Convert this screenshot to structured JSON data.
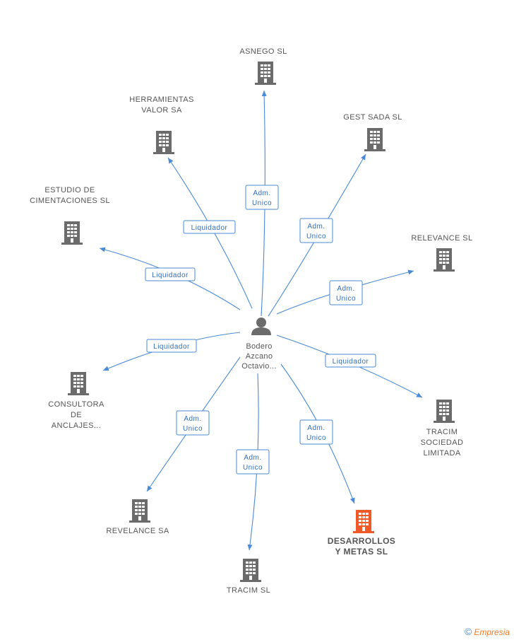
{
  "center": {
    "name_lines": [
      "Bodero",
      "Azcano",
      "Octavio..."
    ],
    "icon": "person-icon"
  },
  "nodes": [
    {
      "id": "asnego",
      "lines": [
        "ASNEGO SL"
      ],
      "role_lines": [
        "Adm.",
        "Unico"
      ],
      "icon": "building-icon",
      "color": "#6b6b6b"
    },
    {
      "id": "gest-sada",
      "lines": [
        "GEST SADA SL"
      ],
      "role_lines": [
        "Adm.",
        "Unico"
      ],
      "icon": "building-icon",
      "color": "#6b6b6b"
    },
    {
      "id": "relevance",
      "lines": [
        "RELEVANCE SL"
      ],
      "role_lines": [
        "Adm.",
        "Unico"
      ],
      "icon": "building-icon",
      "color": "#6b6b6b"
    },
    {
      "id": "tracim-sociedad",
      "lines": [
        "TRACIM",
        "SOCIEDAD",
        "LIMITADA"
      ],
      "role_lines": [
        "Liquidador"
      ],
      "icon": "building-icon",
      "color": "#6b6b6b"
    },
    {
      "id": "desarrollos",
      "lines": [
        "DESARROLLOS",
        "Y METAS  SL"
      ],
      "role_lines": [
        "Adm.",
        "Unico"
      ],
      "icon": "building-icon",
      "color": "#f05a28",
      "focus": true
    },
    {
      "id": "tracim-sl",
      "lines": [
        "TRACIM SL"
      ],
      "role_lines": [
        "Adm.",
        "Unico"
      ],
      "icon": "building-icon",
      "color": "#6b6b6b"
    },
    {
      "id": "revelance",
      "lines": [
        "REVELANCE SA"
      ],
      "role_lines": [
        "Adm.",
        "Unico"
      ],
      "icon": "building-icon",
      "color": "#6b6b6b"
    },
    {
      "id": "consultora",
      "lines": [
        "CONSULTORA",
        "DE",
        "ANCLAJES..."
      ],
      "role_lines": [
        "Liquidador"
      ],
      "icon": "building-icon",
      "color": "#6b6b6b"
    },
    {
      "id": "estudio",
      "lines": [
        "ESTUDIO DE",
        "CIMENTACIONES SL"
      ],
      "role_lines": [
        "Liquidador"
      ],
      "icon": "building-icon",
      "color": "#6b6b6b"
    },
    {
      "id": "herramientas",
      "lines": [
        "HERRAMIENTAS",
        "VALOR SA"
      ],
      "role_lines": [
        "Liquidador"
      ],
      "icon": "building-icon",
      "color": "#6b6b6b"
    }
  ],
  "colors": {
    "edge": "#4a8ad6",
    "building": "#6b6b6b",
    "focus": "#f05a28"
  },
  "footer": {
    "copyright": "©",
    "brand": "Empresia"
  }
}
